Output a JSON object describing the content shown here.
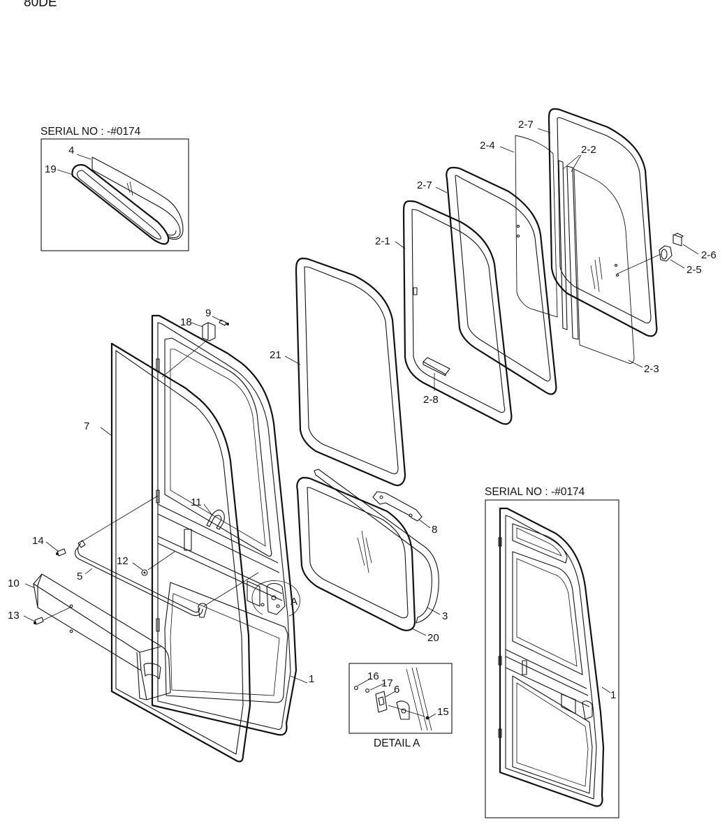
{
  "model": "80DE",
  "insets": {
    "top_left_serial": "SERIAL NO : -#0174",
    "bottom_right_serial": "SERIAL NO : -#0174",
    "detail_caption": "DETAIL A"
  },
  "callouts": [
    {
      "id": "lbl-2-7a",
      "text": "2-7"
    },
    {
      "id": "lbl-2-4",
      "text": "2-4"
    },
    {
      "id": "lbl-2-2",
      "text": "2-2"
    },
    {
      "id": "lbl-2-7b",
      "text": "2-7"
    },
    {
      "id": "lbl-2-1",
      "text": "2-1"
    },
    {
      "id": "lbl-2-6",
      "text": "2-6"
    },
    {
      "id": "lbl-2-5",
      "text": "2-5"
    },
    {
      "id": "lbl-2-3",
      "text": "2-3"
    },
    {
      "id": "lbl-2-8",
      "text": "2-8"
    },
    {
      "id": "lbl-21",
      "text": "21"
    },
    {
      "id": "lbl-4",
      "text": "4"
    },
    {
      "id": "lbl-19",
      "text": "19"
    },
    {
      "id": "lbl-7",
      "text": "7"
    },
    {
      "id": "lbl-9",
      "text": "9"
    },
    {
      "id": "lbl-18",
      "text": "18"
    },
    {
      "id": "lbl-11",
      "text": "11"
    },
    {
      "id": "lbl-14",
      "text": "14"
    },
    {
      "id": "lbl-12",
      "text": "12"
    },
    {
      "id": "lbl-5",
      "text": "5"
    },
    {
      "id": "lbl-10",
      "text": "10"
    },
    {
      "id": "lbl-13",
      "text": "13"
    },
    {
      "id": "lbl-a",
      "text": "A"
    },
    {
      "id": "lbl-8",
      "text": "8"
    },
    {
      "id": "lbl-3",
      "text": "3"
    },
    {
      "id": "lbl-20",
      "text": "20"
    },
    {
      "id": "lbl-1a",
      "text": "1"
    },
    {
      "id": "lbl-16",
      "text": "16"
    },
    {
      "id": "lbl-17",
      "text": "17"
    },
    {
      "id": "lbl-6",
      "text": "6"
    },
    {
      "id": "lbl-15",
      "text": "15"
    },
    {
      "id": "lbl-1b",
      "text": "1"
    }
  ]
}
